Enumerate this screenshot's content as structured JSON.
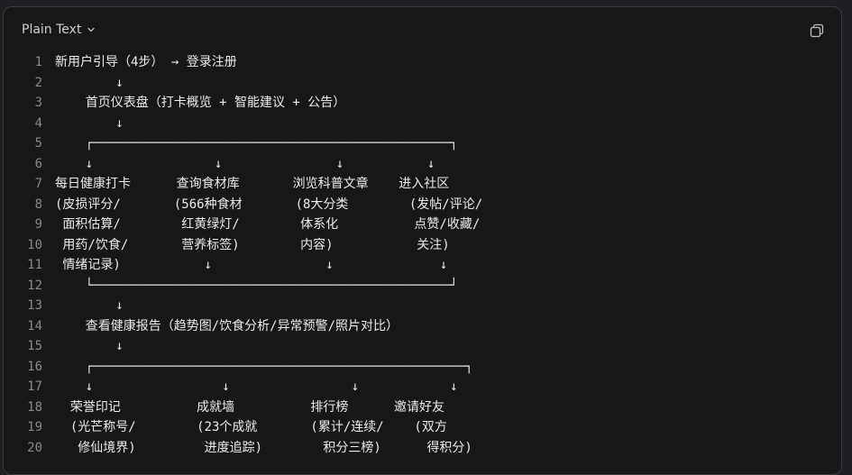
{
  "header": {
    "language": "Plain Text",
    "chevron_icon": "chevron-down-icon",
    "copy_icon": "copy-icon"
  },
  "code_lines": [
    {
      "num": "1",
      "text": "新用户引导（4步） → 登录注册"
    },
    {
      "num": "2",
      "text": "        ↓"
    },
    {
      "num": "3",
      "text": "    首页仪表盘（打卡概览 + 智能建议 + 公告）"
    },
    {
      "num": "4",
      "text": "        ↓"
    },
    {
      "num": "5",
      "text": "    ┌───────────────────────────────────────────────┐"
    },
    {
      "num": "6",
      "text": "    ↓                ↓               ↓           ↓"
    },
    {
      "num": "7",
      "text": "每日健康打卡      查询食材库       浏览科普文章    进入社区"
    },
    {
      "num": "8",
      "text": "(皮损评分/       (566种食材       (8大分类        (发帖/评论/"
    },
    {
      "num": "9",
      "text": " 面积估算/        红黄绿灯/        体系化          点赞/收藏/"
    },
    {
      "num": "10",
      "text": " 用药/饮食/       营养标签)        内容)           关注)"
    },
    {
      "num": "11",
      "text": " 情绪记录)           ↓               ↓              ↓"
    },
    {
      "num": "12",
      "text": "    └───────────────────────────────────────────────┘"
    },
    {
      "num": "13",
      "text": "        ↓"
    },
    {
      "num": "14",
      "text": "    查看健康报告（趋势图/饮食分析/异常预警/照片对比）"
    },
    {
      "num": "15",
      "text": "        ↓"
    },
    {
      "num": "16",
      "text": "    ┌─────────────────────────────────────────────────┐"
    },
    {
      "num": "17",
      "text": "    ↓                 ↓                ↓            ↓"
    },
    {
      "num": "18",
      "text": "  荣誉印记          成就墙          排行榜      邀请好友"
    },
    {
      "num": "19",
      "text": "  (光芒称号/        (23个成就       (累计/连续/    (双方"
    },
    {
      "num": "20",
      "text": "   修仙境界)         进度追踪)        积分三榜)      得积分)"
    }
  ]
}
